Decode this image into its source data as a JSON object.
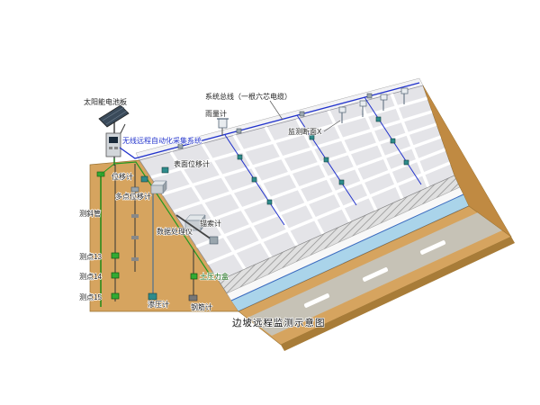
{
  "diagram": {
    "caption": "边坡远程监测示意图",
    "labels": {
      "solar_panel": "太阳能电池板",
      "system_bus": "系统总线（一根六芯电缆）",
      "rain_gauge": "雨量计",
      "monitoring_section": "监测断面X",
      "wireless_system": "无线远程自动化采集系统",
      "surface_displacement_meter": "表面位移计",
      "displacement_meter": "位移计",
      "multipoint_displacement_meter": "多点位移计",
      "inclinometer_tube": "测斜管",
      "data_processor": "数据处理仪",
      "anchor_cable_meter": "锚索计",
      "point_13": "测点13",
      "point_14": "测点14",
      "point_15": "测点15",
      "earth_pressure_cell": "土压力盒",
      "piezometer": "渗压计",
      "rebar_meter": "钢筋计"
    },
    "colors": {
      "soil": "#d6a45f",
      "soil_side": "#c08a42",
      "soil_edge": "#a87c38",
      "grid_surface": "#e4e4e8",
      "grid_line": "#ffffff",
      "road": "#c6c2b6",
      "channel_water": "#aad4ea",
      "channel_line": "#3a6abf",
      "cable_bus_blue": "#2233cc",
      "cable_green": "#229922",
      "sensor_teal": "#2e8b8b",
      "marker_green": "#33aa33"
    }
  }
}
